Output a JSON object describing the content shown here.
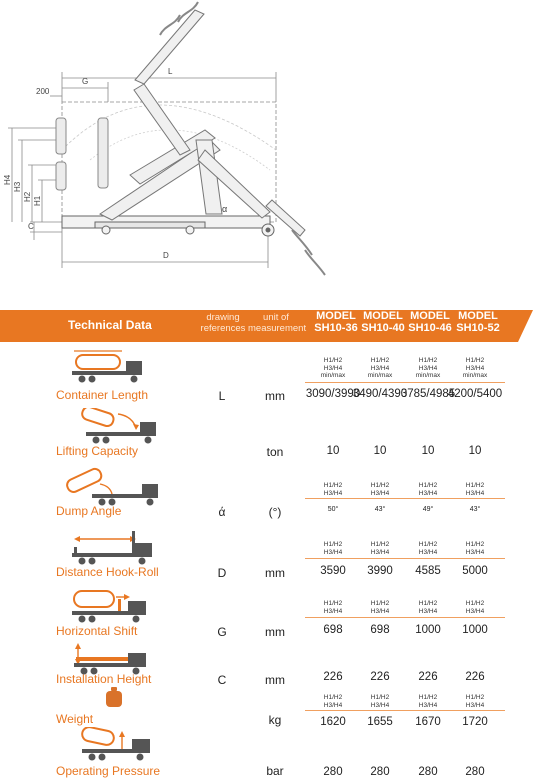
{
  "diagram": {
    "labels": {
      "L": "L",
      "G": "G",
      "D": "D",
      "C": "C",
      "dim200": "200",
      "H1": "H1",
      "H2": "H2",
      "H3": "H3",
      "H4": "H4",
      "alpha": "α"
    }
  },
  "header": {
    "title": "Technical Data",
    "drawing_refs": [
      "drawing",
      "references"
    ],
    "unit_of_measurement": [
      "unit of",
      "measurement"
    ],
    "models": [
      {
        "line1": "MODEL",
        "line2": "SH10-36"
      },
      {
        "line1": "MODEL",
        "line2": "SH10-40"
      },
      {
        "line1": "MODEL",
        "line2": "SH10-46"
      },
      {
        "line1": "MODEL",
        "line2": "SH10-52"
      }
    ],
    "accent": "#e87722"
  },
  "rows": [
    {
      "label": "Container Length",
      "ref": "L",
      "unit": "mm",
      "sub": [
        "H1/H2",
        "H3/H4",
        "min/max"
      ],
      "values": [
        "3090/3990",
        "3490/4390",
        "3785/4985",
        "4200/5400"
      ]
    },
    {
      "label": "Lifting Capacity",
      "ref": "",
      "unit": "ton",
      "values": [
        "10",
        "10",
        "10",
        "10"
      ]
    },
    {
      "label": "Dump Angle",
      "ref": "ά",
      "unit": "(°)",
      "sub": [
        "H1/H2",
        "H3/H4"
      ],
      "values": [
        "50°",
        "43°",
        "49°",
        "43°"
      ]
    },
    {
      "label": "Distance Hook-Roll",
      "ref": "D",
      "unit": "mm",
      "sub": [
        "H1/H2",
        "H3/H4"
      ],
      "values": [
        "3590",
        "3990",
        "4585",
        "5000"
      ]
    },
    {
      "label": "Horizontal Shift",
      "ref": "G",
      "unit": "mm",
      "sub": [
        "H1/H2",
        "H3/H4"
      ],
      "values": [
        "698",
        "698",
        "1000",
        "1000"
      ]
    },
    {
      "label": "Installation Height",
      "ref": "C",
      "unit": "mm",
      "values": [
        "226",
        "226",
        "226",
        "226"
      ]
    },
    {
      "label": "Weight",
      "ref": "",
      "unit": "kg",
      "sub": [
        "H1/H2",
        "H3/H4"
      ],
      "values": [
        "1620",
        "1655",
        "1670",
        "1720"
      ]
    },
    {
      "label": "Operating Pressure",
      "ref": "",
      "unit": "bar",
      "values": [
        "280",
        "280",
        "280",
        "280"
      ]
    }
  ]
}
